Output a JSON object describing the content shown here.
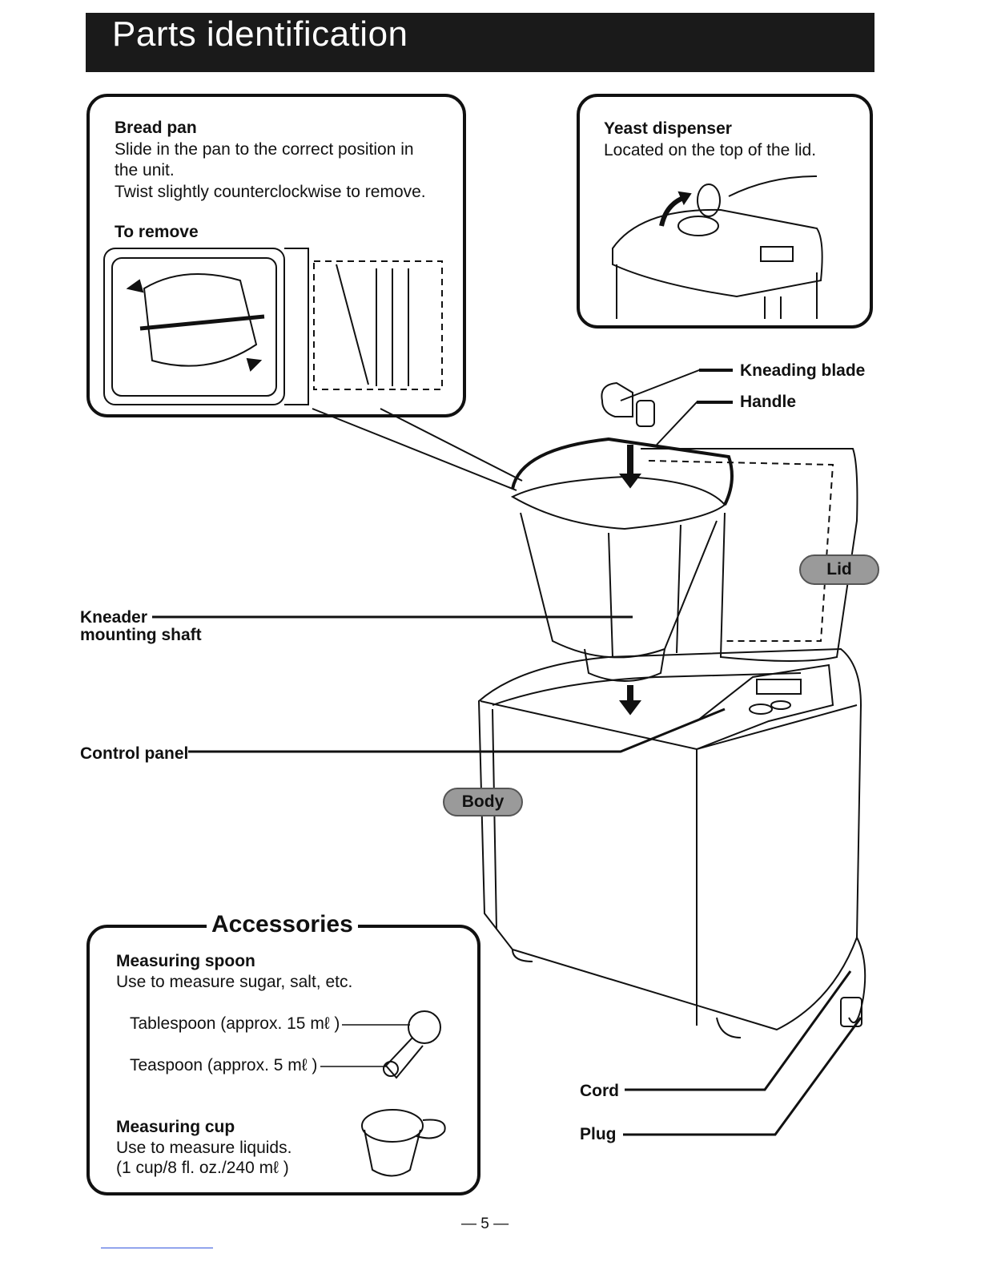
{
  "page": {
    "title": "Parts identification",
    "page_number": "— 5 —"
  },
  "bread_pan": {
    "heading": "Bread pan",
    "line1": "Slide in the pan to the correct position in",
    "line2": "the unit.",
    "line3": "Twist slightly counterclockwise to remove.",
    "to_remove": "To remove"
  },
  "yeast": {
    "heading": "Yeast dispenser",
    "text": "Located on the top of the lid."
  },
  "callouts": {
    "kneading_blade": "Kneading blade",
    "handle": "Handle",
    "lid": "Lid",
    "kneader_line1": "Kneader",
    "kneader_line2": "mounting shaft",
    "control_panel": "Control panel",
    "body": "Body",
    "cord": "Cord",
    "plug": "Plug"
  },
  "accessories": {
    "title": "Accessories",
    "spoon_heading": "Measuring spoon",
    "spoon_text": "Use to measure sugar, salt, etc.",
    "tablespoon": "Tablespoon (approx. 15 mℓ )",
    "teaspoon": "Teaspoon (approx. 5 mℓ )",
    "cup_heading": "Measuring cup",
    "cup_text1": "Use to measure liquids.",
    "cup_text2": "(1 cup/8 fl. oz./240 mℓ )"
  }
}
